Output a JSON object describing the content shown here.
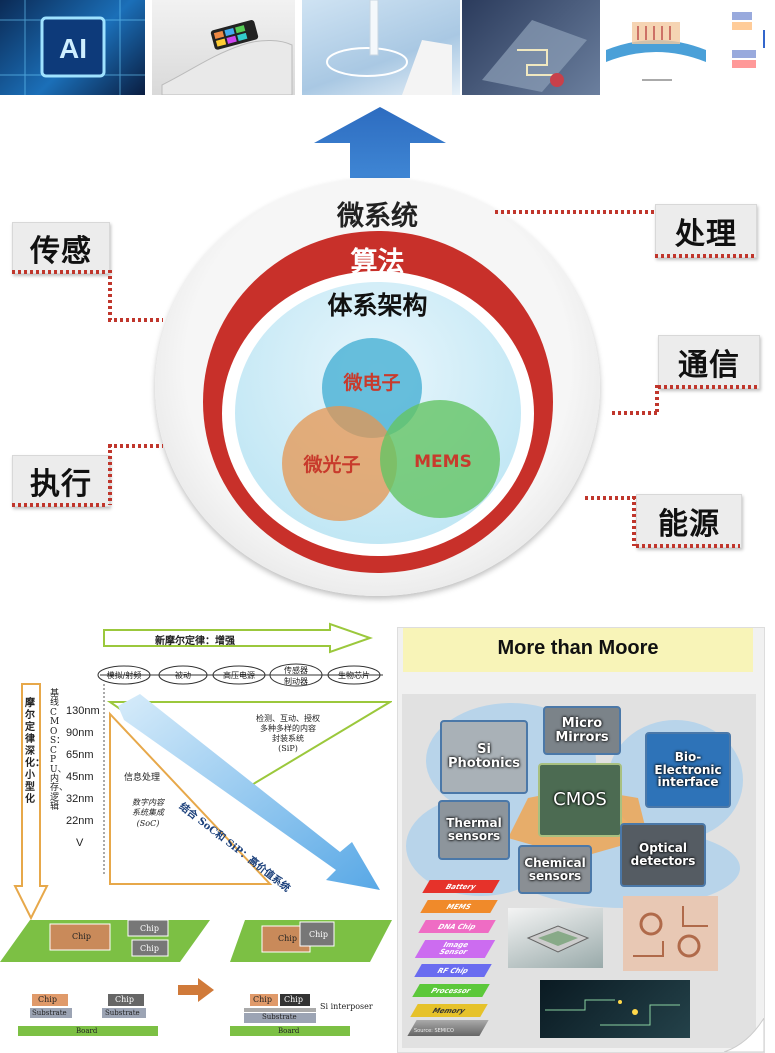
{
  "top_strip": {
    "photos": [
      "ai-chip-photo",
      "wearable-display-photo",
      "lab-pipette-photo",
      "flexible-circuit-photo",
      "strain-sensor-diagram",
      "cross-section-diagram"
    ]
  },
  "center_diagram": {
    "outer_ring_title": "微系统",
    "red_ring_title": "算法",
    "inner_title": "体系架构",
    "circles": [
      "微电子",
      "微光子",
      "MEMS"
    ],
    "left_labels": [
      "传感",
      "执行"
    ],
    "right_labels": [
      "处理",
      "通信",
      "能源"
    ]
  },
  "moore_left": {
    "top_arrow_label": "新摩尔定律：增强",
    "categories": [
      "模拟/射频",
      "被动",
      "高压电源",
      "传感器\n制动器",
      "生物芯片"
    ],
    "vertical_label": "摩尔定律深化：小型化",
    "axis_label": "基线 CMOS：CPU、内存、逻辑",
    "nodes": [
      "130nm",
      "90nm",
      "65nm",
      "45nm",
      "32nm",
      "22nm",
      "V"
    ],
    "sip_text": "检测、互动、授权\n多种多样的内容\n封装系统\n(SiP)",
    "info_processing": "信息处理",
    "soc_text": "数字内容\n系统集成\n(SoC)",
    "diag_arrow_text": "结合 SoC和 SiP：高价值系统",
    "chip_label": "Chip",
    "substrate_label": "Substrate",
    "board_label": "Board",
    "interposer_label": "Si interposer"
  },
  "moore_right": {
    "title": "More than Moore",
    "nodes": {
      "si_photonics": "Si\nPhotonics",
      "micro_mirrors": "Micro\nMirrors",
      "bio": "Bio-\nElectronic\ninterface",
      "cmos": "CMOS",
      "thermal": "Thermal\nsensors",
      "chemical": "Chemical\nsensors",
      "optical": "Optical\ndetectors"
    },
    "stack_layers": [
      "Battery",
      "MEMS",
      "DNA Chip",
      "Image\nSensor",
      "RF Chip",
      "Processor",
      "Memory"
    ],
    "stack_caption": "Source: SEMICO"
  },
  "colors": {
    "red": "#c8302a",
    "ring_gray": "#dcdcdc",
    "venn_blue": "#5fb8d6",
    "venn_orange": "#e6a05a",
    "venn_green": "#6cc46a",
    "arrow_blue": "#3a78c8",
    "moore_bg": "#f3f3f3",
    "moore_title_bg": "#f8f4b8"
  }
}
